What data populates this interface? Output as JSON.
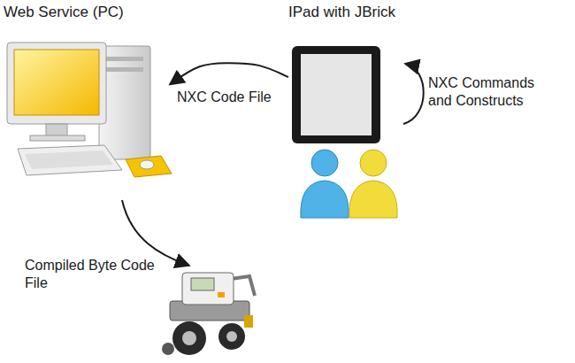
{
  "diagram": {
    "nodes": [
      {
        "text": [
          "Web Service (PC)"
        ]
      },
      {
        "text": [
          "IPad with JBrick"
        ]
      }
    ],
    "edges": [
      {
        "from": 1,
        "to": 0,
        "label": "NXC Code File",
        "arrow": "to"
      }
    ],
    "labels": [
      "NXC Commands and Constructs",
      "Compiled Byte Code File"
    ]
  }
}
